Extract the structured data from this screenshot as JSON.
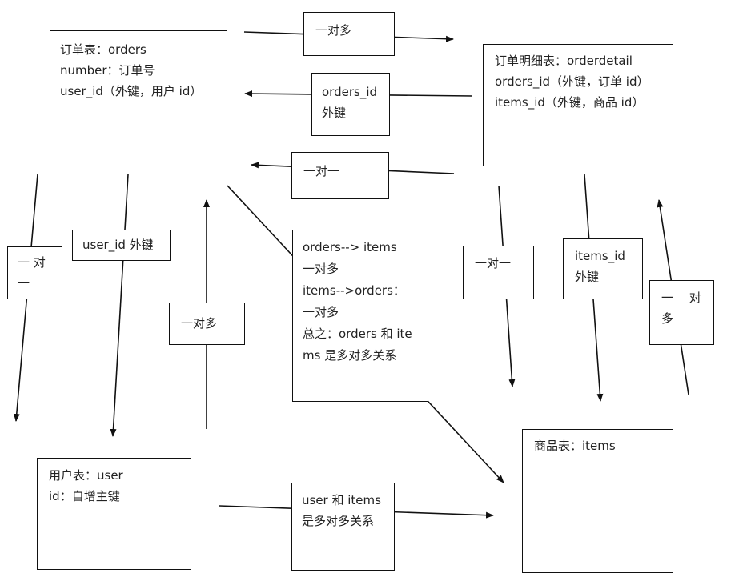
{
  "tables": {
    "orders": {
      "title": "订单表：orders",
      "fields": [
        "number：订单号",
        "user_id（外键，用户 id）"
      ]
    },
    "orderdetail": {
      "title": "订单明细表：orderdetail",
      "fields": [
        "orders_id（外键，订单 id）",
        "items_id（外键，商品 id）"
      ]
    },
    "user": {
      "title": "用户表：user",
      "fields": [
        "id：自增主键"
      ]
    },
    "items": {
      "title": "商品表：items"
    }
  },
  "relations": {
    "orders_to_orderdetail": "一对多",
    "orderdetail_fk_orders": [
      "orders_id",
      "外键"
    ],
    "orderdetail_to_orders": "一对一",
    "orders_to_user": [
      "一 对",
      "一"
    ],
    "orders_user_fk": "user_id 外键",
    "user_to_orders": "一对多",
    "orderdetail_to_items": "一对一",
    "orderdetail_items_fk": [
      "items_id",
      "外键"
    ],
    "items_to_orderdetail": [
      "一 　对",
      "多"
    ],
    "user_items": "user 和 items 是多对多关系",
    "orders_items_summary": {
      "lines": [
        "orders--> items",
        "一对多",
        "items-->orders：",
        "一对多"
      ],
      "conclusion": "总之：orders 和 items 是多对多关系"
    }
  }
}
